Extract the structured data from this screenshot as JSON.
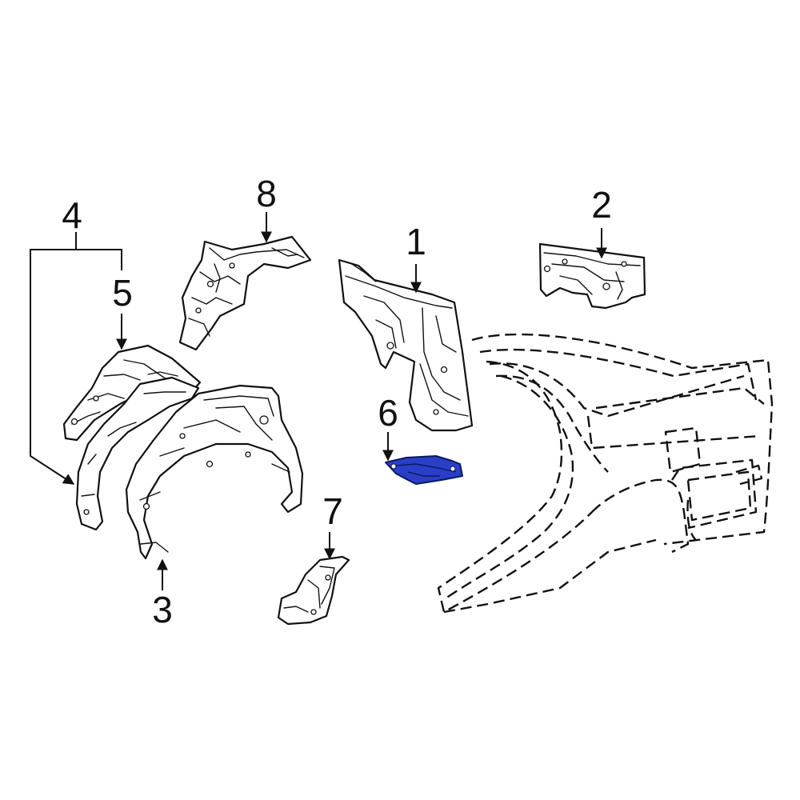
{
  "callouts": [
    {
      "id": "1",
      "label": "1"
    },
    {
      "id": "2",
      "label": "2"
    },
    {
      "id": "3",
      "label": "3"
    },
    {
      "id": "4",
      "label": "4"
    },
    {
      "id": "5",
      "label": "5"
    },
    {
      "id": "6",
      "label": "6"
    },
    {
      "id": "7",
      "label": "7"
    },
    {
      "id": "8",
      "label": "8"
    }
  ],
  "colors": {
    "line": "#111111",
    "highlight_fill": "#2a3fc7",
    "highlight_stroke": "#0a1a5c",
    "background": "#ffffff"
  },
  "highlighted_part": "6"
}
